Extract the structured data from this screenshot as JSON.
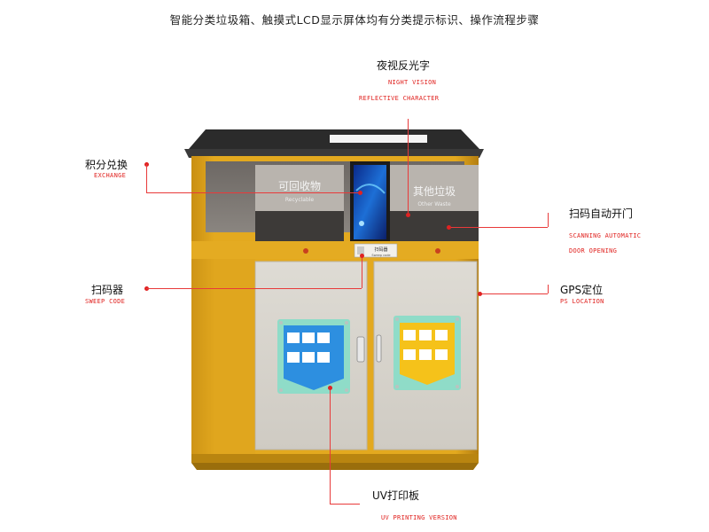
{
  "title": "智能分类垃圾箱、触摸式LCD显示屏体均有分类提示标识、操作流程步骤",
  "callouts": {
    "night": {
      "cn": "夜视反光字",
      "en1": "NIGHT VISION",
      "en2": "REFLECTIVE CHARACTER"
    },
    "exchange": {
      "cn": "积分兑换",
      "en": "EXCHANGE"
    },
    "scan_door": {
      "cn": "扫码自动开门",
      "en1": "SCANNING AUTOMATIC",
      "en2": "DOOR OPENING"
    },
    "sweep": {
      "cn": "扫码器",
      "en": "SWEEP CODE"
    },
    "gps": {
      "cn": "GPS定位",
      "en": "PS LOCATION"
    },
    "uv": {
      "cn": "UV打印板",
      "en": "UV PRINTING VERSION"
    }
  },
  "cabinet": {
    "left_sign_cn": "可回收物",
    "left_sign_en": "Recyclable",
    "right_sign_cn": "其他垃圾",
    "right_sign_en": "Other Waste",
    "scanner_label": "扫码器",
    "scanner_sub": "Sweep code"
  },
  "colors": {
    "cabinet_yellow": "#e0a51c",
    "cabinet_yellow_dark": "#b9820f",
    "roof": "#2f2f2f",
    "door": "#d8d5ce",
    "upper_panel": "#7b7672",
    "leader_red": "#e83a3a"
  }
}
